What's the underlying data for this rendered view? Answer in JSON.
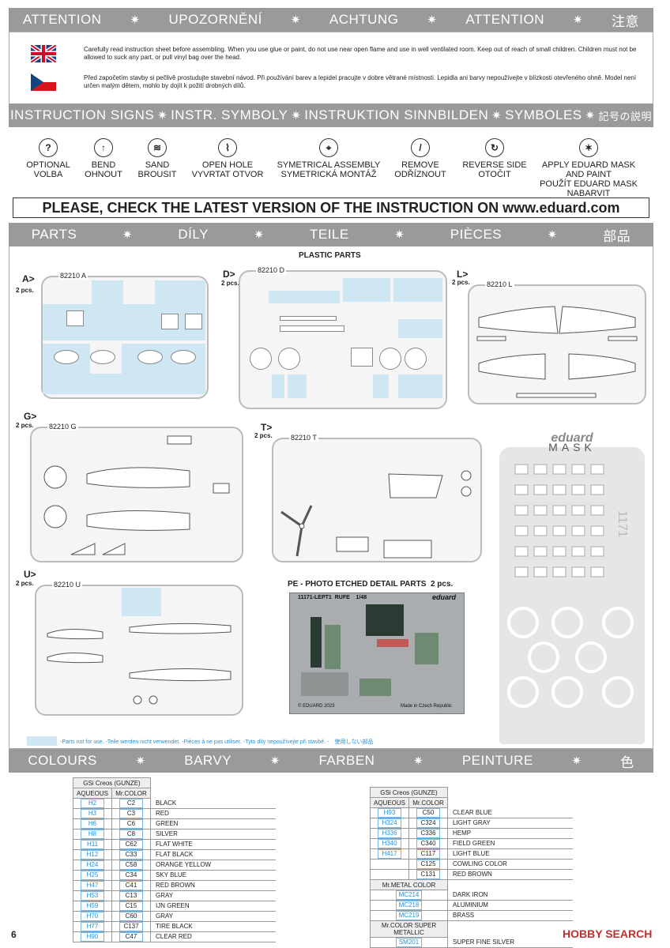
{
  "top_band": [
    "ATTENTION",
    "UPOZORNĚNÍ",
    "ACHTUNG",
    "ATTENTION",
    "注意"
  ],
  "warnings": {
    "en": "Carefully read instruction sheet before assembling. When you use glue or paint, do not use near open flame and use in well ventilated room. Keep out of reach of small children. Children must not be allowed to suck any part, or pull vinyl bag over the head.",
    "cz": "Před započetím stavby si pečlivě prostudujte stavební návod. Při používání barev a lepidel pracujte v dobre větrané místnosti. Lepidla ani barvy nepoužívejte v blízkosti otevřeného ohně. Model není určen malým dětem, mohlo by dojít k požití drobných dílů."
  },
  "signs_band": [
    "INSTRUCTION SIGNS",
    "INSTR. SYMBOLY",
    "INSTRUKTION SINNBILDEN",
    "SYMBOLES",
    "記号の説明"
  ],
  "signs": [
    {
      "icon": "question-icon",
      "glyph": "?",
      "label1": "OPTIONAL",
      "label2": "VOLBA"
    },
    {
      "icon": "bend-icon",
      "glyph": "↑",
      "label1": "BEND",
      "label2": "OHNOUT"
    },
    {
      "icon": "sand-icon",
      "glyph": "≋",
      "label1": "SAND",
      "label2": "BROUSIT"
    },
    {
      "icon": "drill-icon",
      "glyph": "⌇",
      "label1": "OPEN HOLE",
      "label2": "VYVRTAT OTVOR"
    },
    {
      "icon": "symmetric-icon",
      "glyph": "⌖",
      "label1": "SYMETRICAL ASSEMBLY",
      "label2": "SYMETRICKÁ MONTÁŽ"
    },
    {
      "icon": "knife-icon",
      "glyph": "/",
      "label1": "REMOVE",
      "label2": "ODŘÍZNOUT"
    },
    {
      "icon": "reverse-icon",
      "glyph": "↻",
      "label1": "REVERSE SIDE",
      "label2": "OTOČIT"
    },
    {
      "icon": "mask-icon",
      "glyph": "✶",
      "label1": "APPLY EDUARD MASK",
      "label2": "AND PAINT",
      "label3": "POUŽÍT EDUARD MASK",
      "label4": "NABARVIT"
    }
  ],
  "banner": "PLEASE, CHECK THE LATEST VERSION OF THE INSTRUCTION ON www.eduard.com",
  "parts_band": [
    "PARTS",
    "DÍLY",
    "TEILE",
    "PIÈCES",
    "部品"
  ],
  "plastic_title": "PLASTIC PARTS",
  "sprues": [
    {
      "letter": "A>",
      "pcs": "2 pcs.",
      "code": "82210 A"
    },
    {
      "letter": "D>",
      "pcs": "2 pcs.",
      "code": "82210 D"
    },
    {
      "letter": "L>",
      "pcs": "2 pcs.",
      "code": "82210 L"
    },
    {
      "letter": "G>",
      "pcs": "2 pcs.",
      "code": "82210 G"
    },
    {
      "letter": "T>",
      "pcs": "2 pcs.",
      "code": "82210 T"
    },
    {
      "letter": "U>",
      "pcs": "2 pcs.",
      "code": "82210 U"
    }
  ],
  "mask": {
    "brand": "eduard",
    "label": "MASK",
    "number": "1171"
  },
  "pe": {
    "title": "PE - PHOTO ETCHED DETAIL PARTS",
    "pcs": "2 pcs.",
    "code": "11171-LEPT1",
    "name": "RUFE",
    "scale": "1/48",
    "brand": "eduard",
    "copyright": "© EDUARD 2023",
    "origin": "Made in Czech Republic"
  },
  "notuse": "-Parts not for use. -Teile werden nicht verwendet. -Pièces à ne pas utiliser. -Tyto díly nepoužívejte při stavbě. -　使用しない部品",
  "colours_band": [
    "COLOURS",
    "BARVY",
    "FARBEN",
    "PEINTURE",
    "色"
  ],
  "table1": {
    "header": "GSi Creos (GUNZE)",
    "cols": [
      "AQUEOUS",
      "Mr.COLOR"
    ],
    "rows": [
      [
        "H2",
        "C2",
        "BLACK"
      ],
      [
        "H3",
        "C3",
        "RED"
      ],
      [
        "H6",
        "C6",
        "GREEN"
      ],
      [
        "H8",
        "C8",
        "SILVER"
      ],
      [
        "H11",
        "C62",
        "FLAT WHITE"
      ],
      [
        "H12",
        "C33",
        "FLAT BLACK"
      ],
      [
        "H24",
        "C58",
        "ORANGE YELLOW"
      ],
      [
        "H25",
        "C34",
        "SKY BLUE"
      ],
      [
        "H47",
        "C41",
        "RED BROWN"
      ],
      [
        "H53",
        "C13",
        "GRAY"
      ],
      [
        "H59",
        "C15",
        "IJN GREEN"
      ],
      [
        "H70",
        "C60",
        "GRAY"
      ],
      [
        "H77",
        "C137",
        "TIRE BLACK"
      ],
      [
        "H90",
        "C47",
        "CLEAR RED"
      ]
    ]
  },
  "table2": {
    "header": "GSi Creos (GUNZE)",
    "cols": [
      "AQUEOUS",
      "Mr.COLOR"
    ],
    "rows": [
      [
        "H93",
        "C50",
        "CLEAR BLUE"
      ],
      [
        "H324",
        "C324",
        "LIGHT GRAY"
      ],
      [
        "H336",
        "C336",
        "HEMP"
      ],
      [
        "H340",
        "C340",
        "FIELD GREEN"
      ],
      [
        "H417",
        "C117",
        "LIGHT BLUE"
      ],
      [
        "",
        "C125",
        "COWLING COLOR"
      ],
      [
        "",
        "C131",
        "RED BROWN"
      ]
    ],
    "metal_header": "Mr.METAL COLOR",
    "metal_rows": [
      [
        "MC214",
        "DARK IRON"
      ],
      [
        "MC218",
        "ALUMINIUM"
      ],
      [
        "MC219",
        "BRASS"
      ]
    ],
    "super_header": "Mr.COLOR SUPER METALLIC",
    "super_rows": [
      [
        "SM201",
        "SUPER FINE SILVER"
      ]
    ]
  },
  "page_number": "6",
  "watermark": "HOBBY SEARCH"
}
